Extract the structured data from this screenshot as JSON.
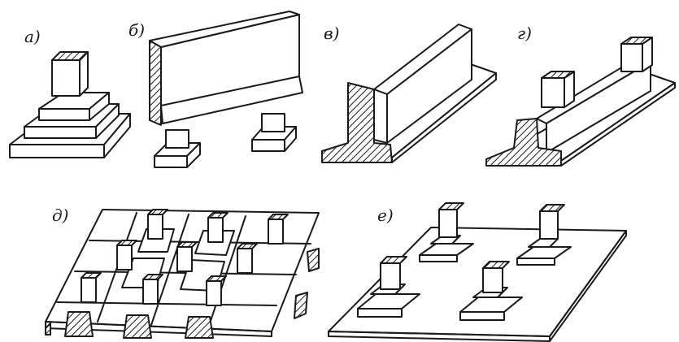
{
  "labels": {
    "a": "а)",
    "b": "б)",
    "v": "в)",
    "g": "г)",
    "d": "д)",
    "e": "е)"
  },
  "colors": {
    "line": "#1a1a1a",
    "background": "#ffffff"
  }
}
